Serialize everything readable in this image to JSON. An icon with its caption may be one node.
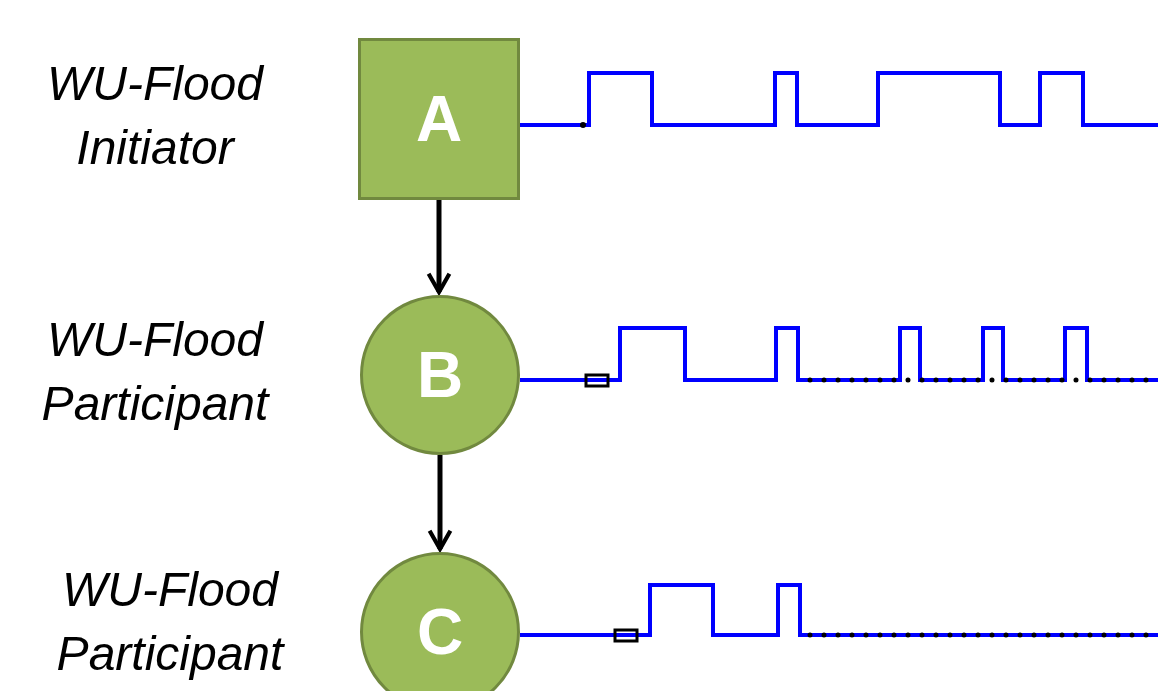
{
  "diagram": {
    "nodes": [
      {
        "text": [
          "A"
        ],
        "beside": [
          "WU-Flood Initiator"
        ]
      },
      {
        "text": [
          "B"
        ],
        "beside": [
          "WU-Flood Participant"
        ]
      },
      {
        "text": [
          "C"
        ],
        "beside": [
          "WU-Flood Participant"
        ]
      }
    ],
    "edges": [
      {
        "from": 0,
        "to": 1,
        "arrow": "to"
      },
      {
        "from": 1,
        "to": 2,
        "arrow": "to"
      }
    ]
  }
}
